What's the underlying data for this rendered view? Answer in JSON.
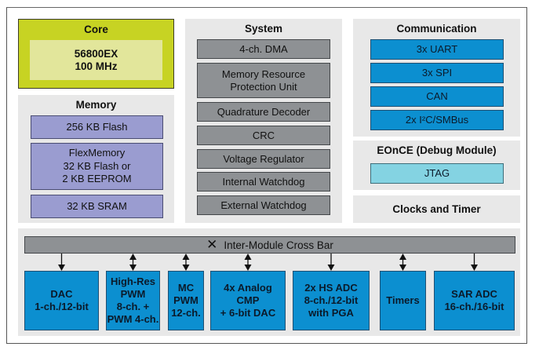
{
  "core": {
    "title": "Core",
    "lines": [
      "56800EX",
      "100 MHz"
    ]
  },
  "memory": {
    "title": "Memory",
    "items": [
      "256 KB Flash",
      "FlexMemory\n32 KB Flash or\n2 KB EEPROM",
      "32 KB SRAM"
    ]
  },
  "system": {
    "title": "System",
    "items": [
      "4-ch. DMA",
      "Memory Resource\nProtection Unit",
      "Quadrature Decoder",
      "CRC",
      "Voltage Regulator",
      "Internal Watchdog",
      "External Watchdog"
    ]
  },
  "communication": {
    "title": "Communication",
    "items": [
      "3x UART",
      "3x SPI",
      "CAN",
      "2x I²C/SMBus"
    ]
  },
  "debug": {
    "title": "EOnCE (Debug Module)",
    "items": [
      "JTAG"
    ]
  },
  "clocks": {
    "title": "Clocks and Timer"
  },
  "crossbar": {
    "symbol": "✕",
    "label": "Inter-Module Cross Bar"
  },
  "peripherals": [
    {
      "label": "DAC\n1-ch./12-bit",
      "arrow": "down"
    },
    {
      "label": "High-Res\nPWM\n8-ch. +\nPWM 4-ch.",
      "arrow": "bidirectional"
    },
    {
      "label": "MC\nPWM\n12-ch.",
      "arrow": "bidirectional"
    },
    {
      "label": "4x Analog\nCMP\n+ 6-bit DAC",
      "arrow": "bidirectional"
    },
    {
      "label": "2x HS ADC\n8-ch./12-bit\nwith PGA",
      "arrow": "down"
    },
    {
      "label": "Timers",
      "arrow": "bidirectional"
    },
    {
      "label": "SAR ADC\n16-ch./16-bit",
      "arrow": "down"
    }
  ],
  "colors": {
    "core": "#c7d323",
    "core_inner": "#e2e69b",
    "memory": "#9a9cd0",
    "system": "#8e9194",
    "communication": "#0c8fd0",
    "debug": "#84d3e2",
    "panel": "#e8e8e8"
  }
}
